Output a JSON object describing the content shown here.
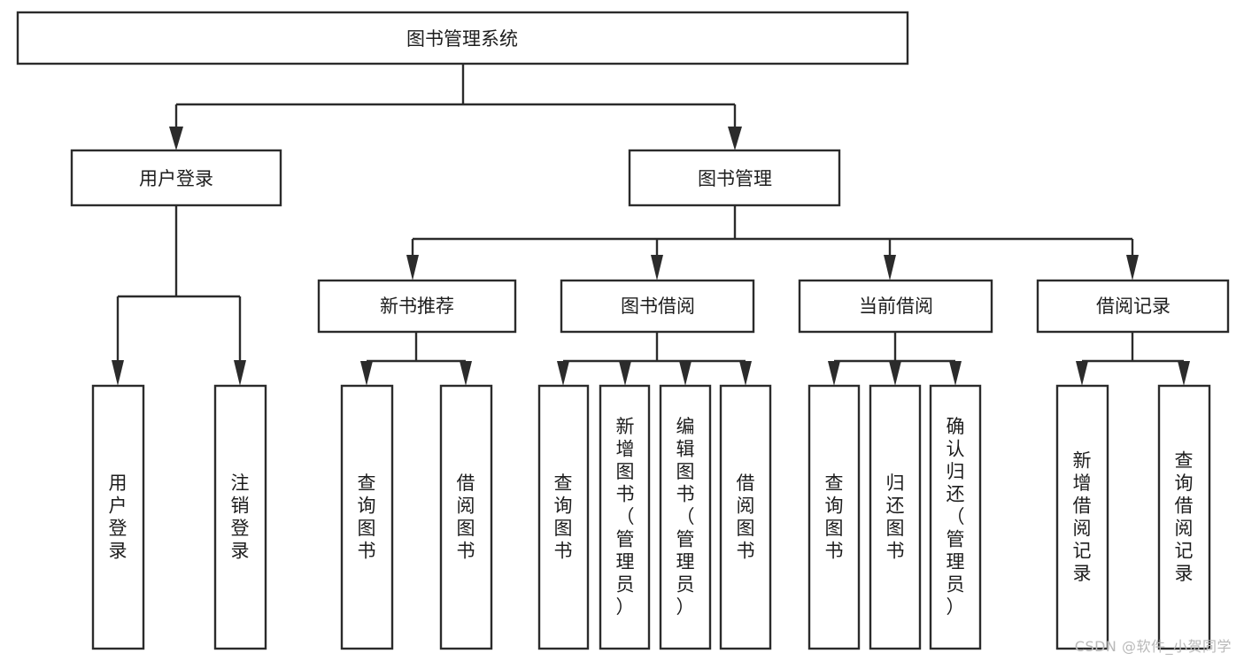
{
  "diagram": {
    "title": "图书管理系统",
    "watermark": "CSDN @软件_小贺同学",
    "colors": {
      "stroke": "#2b2b2b",
      "fill": "#ffffff",
      "text": "#1d1d1d",
      "watermark": "#b9b9b9",
      "background": "#ffffff"
    },
    "nodes": {
      "root": {
        "label": "图书管理系统"
      },
      "level2": [
        {
          "id": "user-login",
          "label": "用户登录"
        },
        {
          "id": "book-manage",
          "label": "图书管理"
        }
      ],
      "level3": [
        {
          "id": "new-book-recommend",
          "label": "新书推荐"
        },
        {
          "id": "book-borrow",
          "label": "图书借阅"
        },
        {
          "id": "current-borrow",
          "label": "当前借阅"
        },
        {
          "id": "borrow-record",
          "label": "借阅记录"
        }
      ],
      "leaves": {
        "user-login": [
          {
            "id": "leaf-user-login",
            "label": "用户登录"
          },
          {
            "id": "leaf-logout-login",
            "label": "注销登录"
          }
        ],
        "new-book-recommend": [
          {
            "id": "leaf-query-book-1",
            "label": "查询图书"
          },
          {
            "id": "leaf-borrow-book-1",
            "label": "借阅图书"
          }
        ],
        "book-borrow": [
          {
            "id": "leaf-query-book-2",
            "label": "查询图书"
          },
          {
            "id": "leaf-add-book",
            "label": "新增图书（管理员）"
          },
          {
            "id": "leaf-edit-book",
            "label": "编辑图书（管理员）"
          },
          {
            "id": "leaf-borrow-book-2",
            "label": "借阅图书"
          }
        ],
        "current-borrow": [
          {
            "id": "leaf-query-book-3",
            "label": "查询图书"
          },
          {
            "id": "leaf-return-book",
            "label": "归还图书"
          },
          {
            "id": "leaf-confirm-return",
            "label": "确认归还（管理员）"
          }
        ],
        "borrow-record": [
          {
            "id": "leaf-add-record",
            "label": "新增借阅记录"
          },
          {
            "id": "leaf-query-record",
            "label": "查询借阅记录"
          }
        ]
      }
    }
  }
}
